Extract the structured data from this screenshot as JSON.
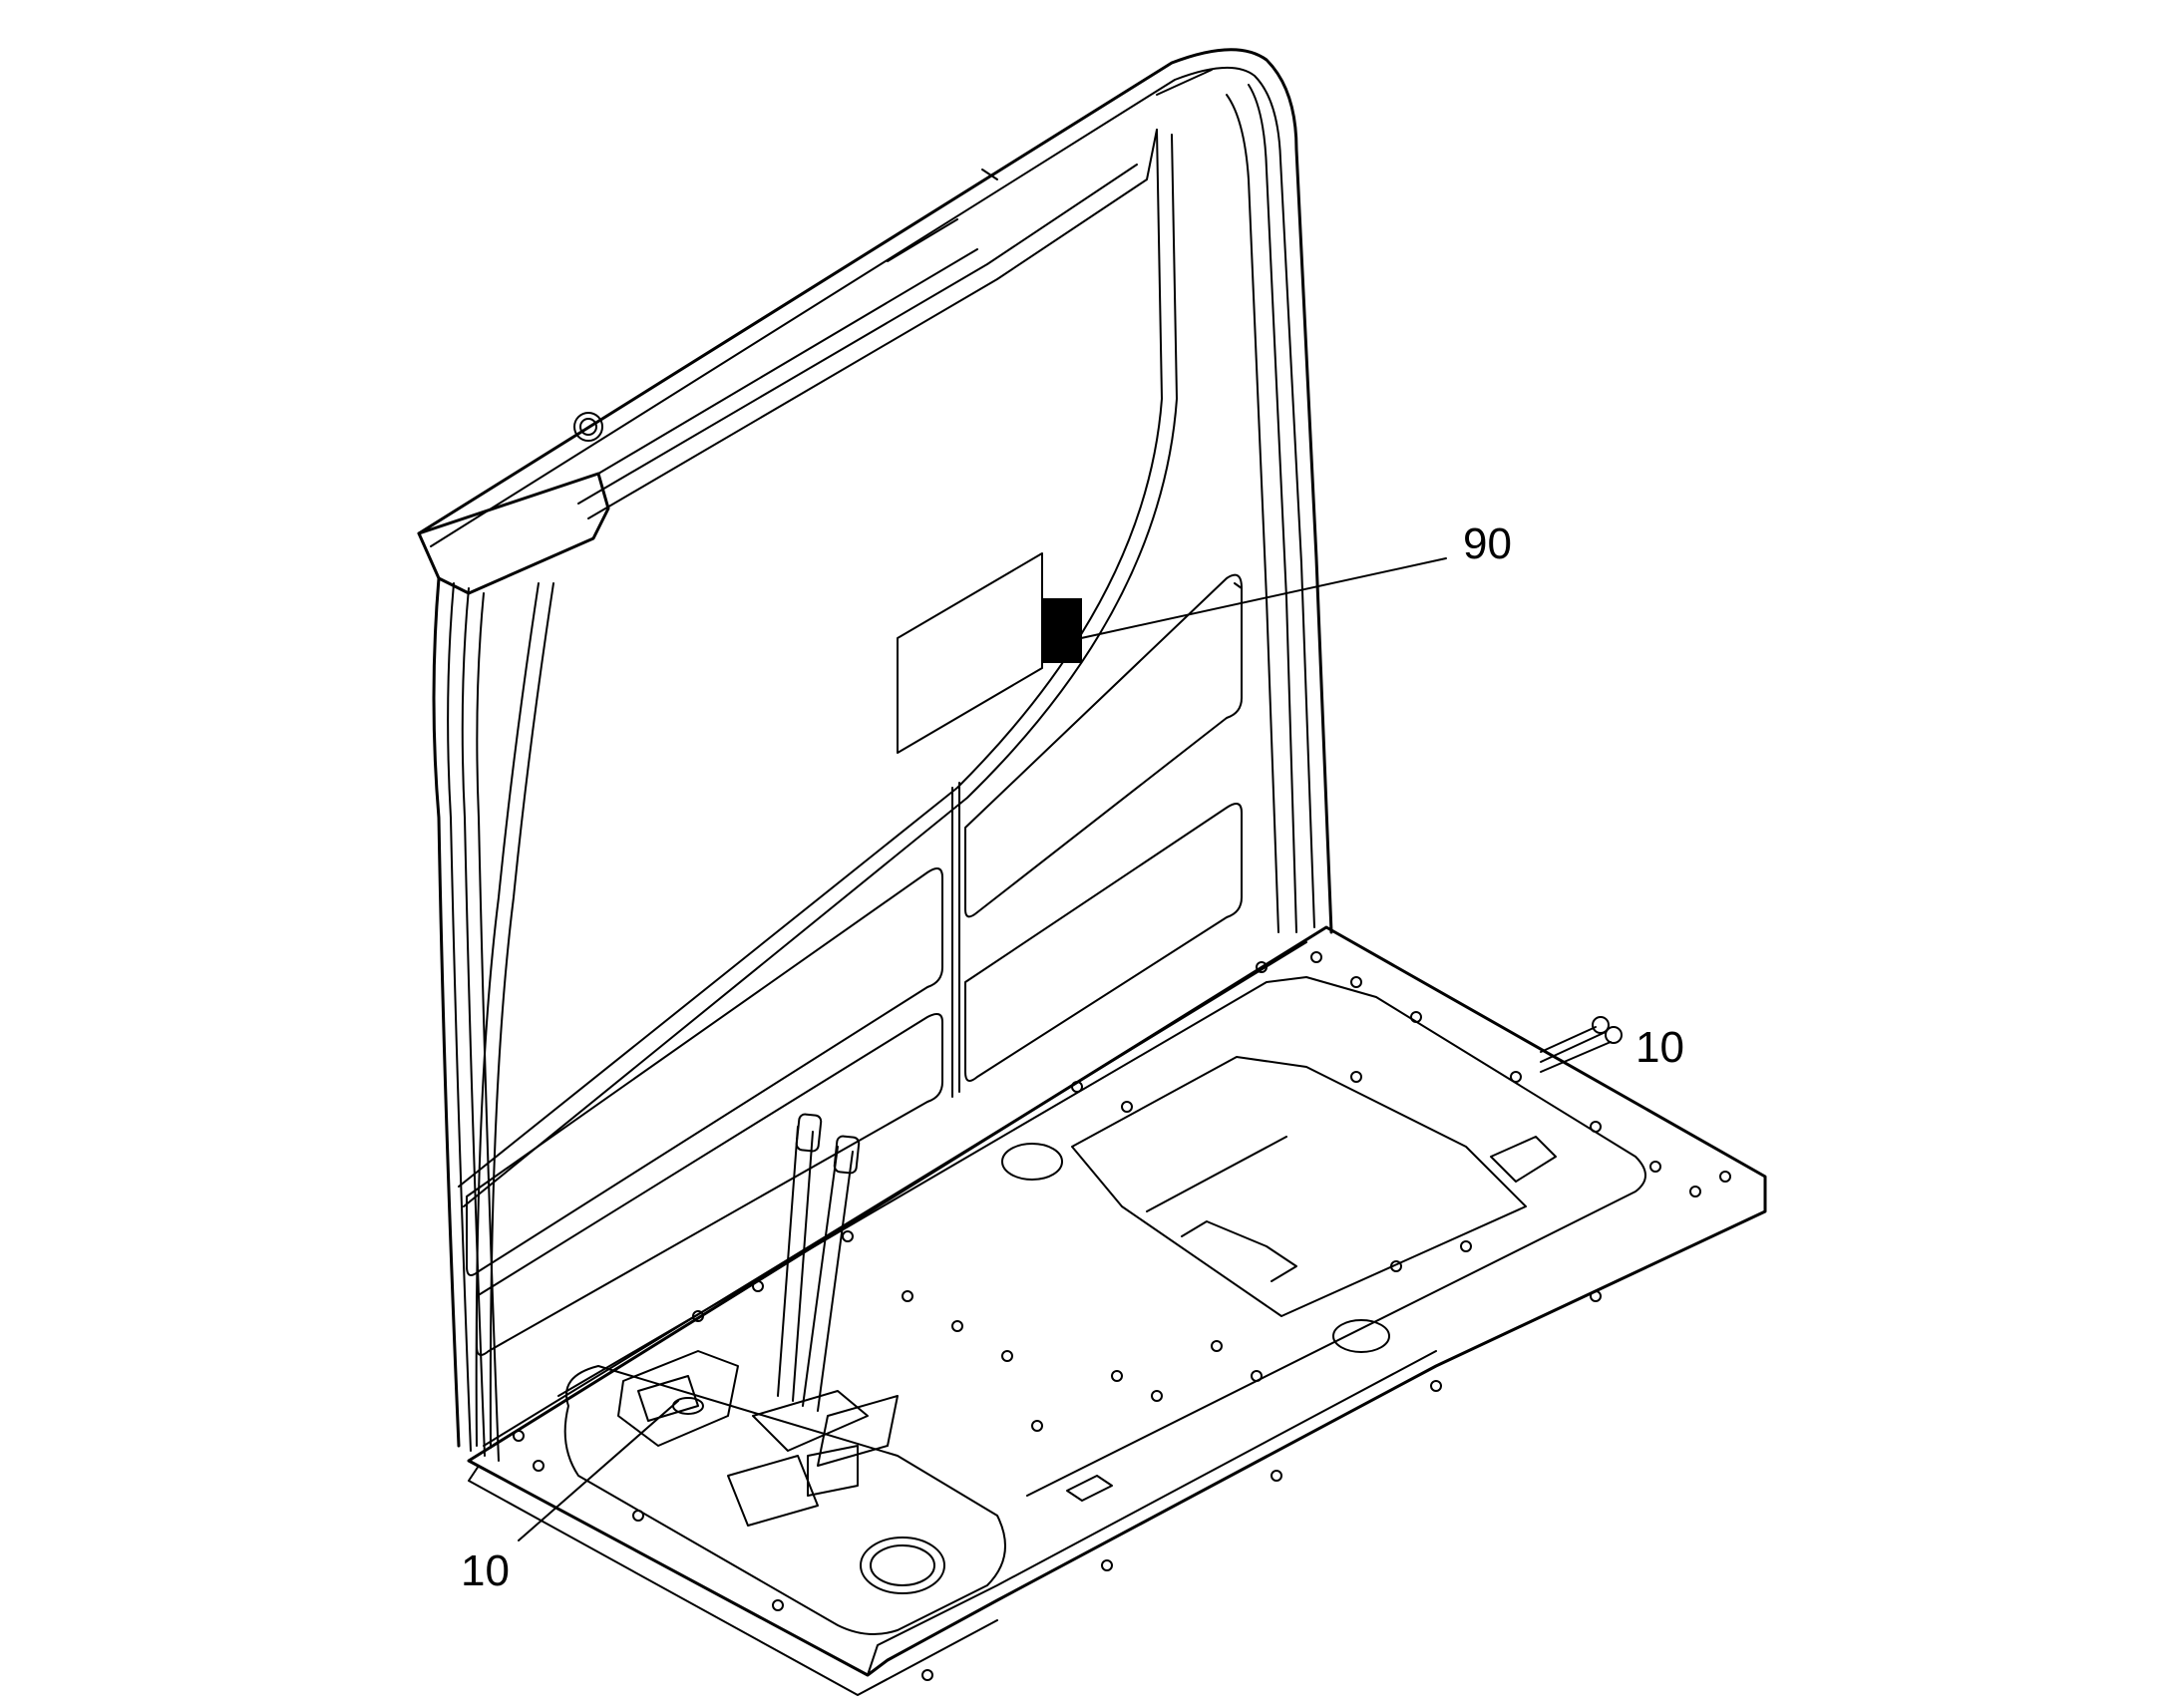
{
  "callouts": [
    {
      "id": "label-90",
      "text": "90"
    },
    {
      "id": "label-10-right",
      "text": "10"
    },
    {
      "id": "label-10-left",
      "text": "10"
    }
  ]
}
